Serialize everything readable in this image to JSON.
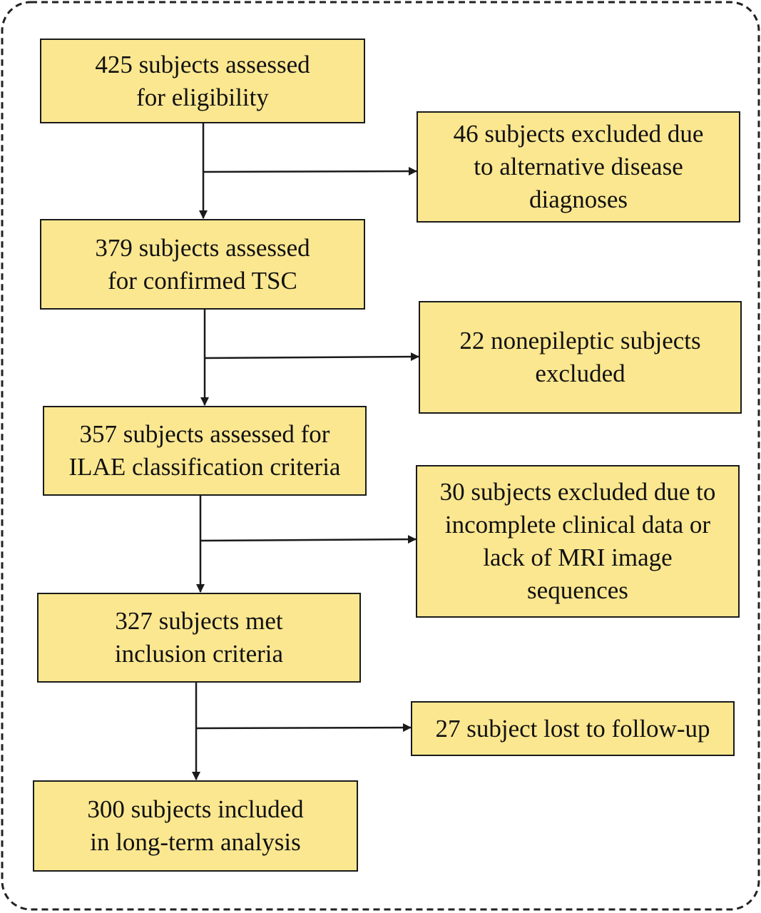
{
  "colors": {
    "box_fill": "#fbe790",
    "box_border": "#1a1a1a",
    "arrow": "#1a1a1a",
    "frame_border": "#222222"
  },
  "flow": {
    "step1": {
      "lines": [
        "425 subjects assessed",
        "for eligibility"
      ]
    },
    "excl1": {
      "lines": [
        "46 subjects excluded due",
        "to alternative disease",
        "diagnoses"
      ]
    },
    "step2": {
      "lines": [
        "379 subjects assessed",
        "for confirmed TSC"
      ]
    },
    "excl2": {
      "lines": [
        "22 nonepileptic subjects",
        "excluded"
      ]
    },
    "step3": {
      "lines": [
        "357 subjects assessed for",
        "ILAE classification criteria"
      ]
    },
    "excl3": {
      "lines": [
        "30 subjects excluded due to",
        "incomplete clinical data or",
        "lack of MRI image",
        "sequences"
      ]
    },
    "step4": {
      "lines": [
        "327 subjects met",
        "inclusion criteria"
      ]
    },
    "excl4": {
      "lines": [
        "27 subject lost to follow-up"
      ]
    },
    "step5": {
      "lines": [
        "300 subjects included",
        "in long-term analysis"
      ]
    }
  }
}
